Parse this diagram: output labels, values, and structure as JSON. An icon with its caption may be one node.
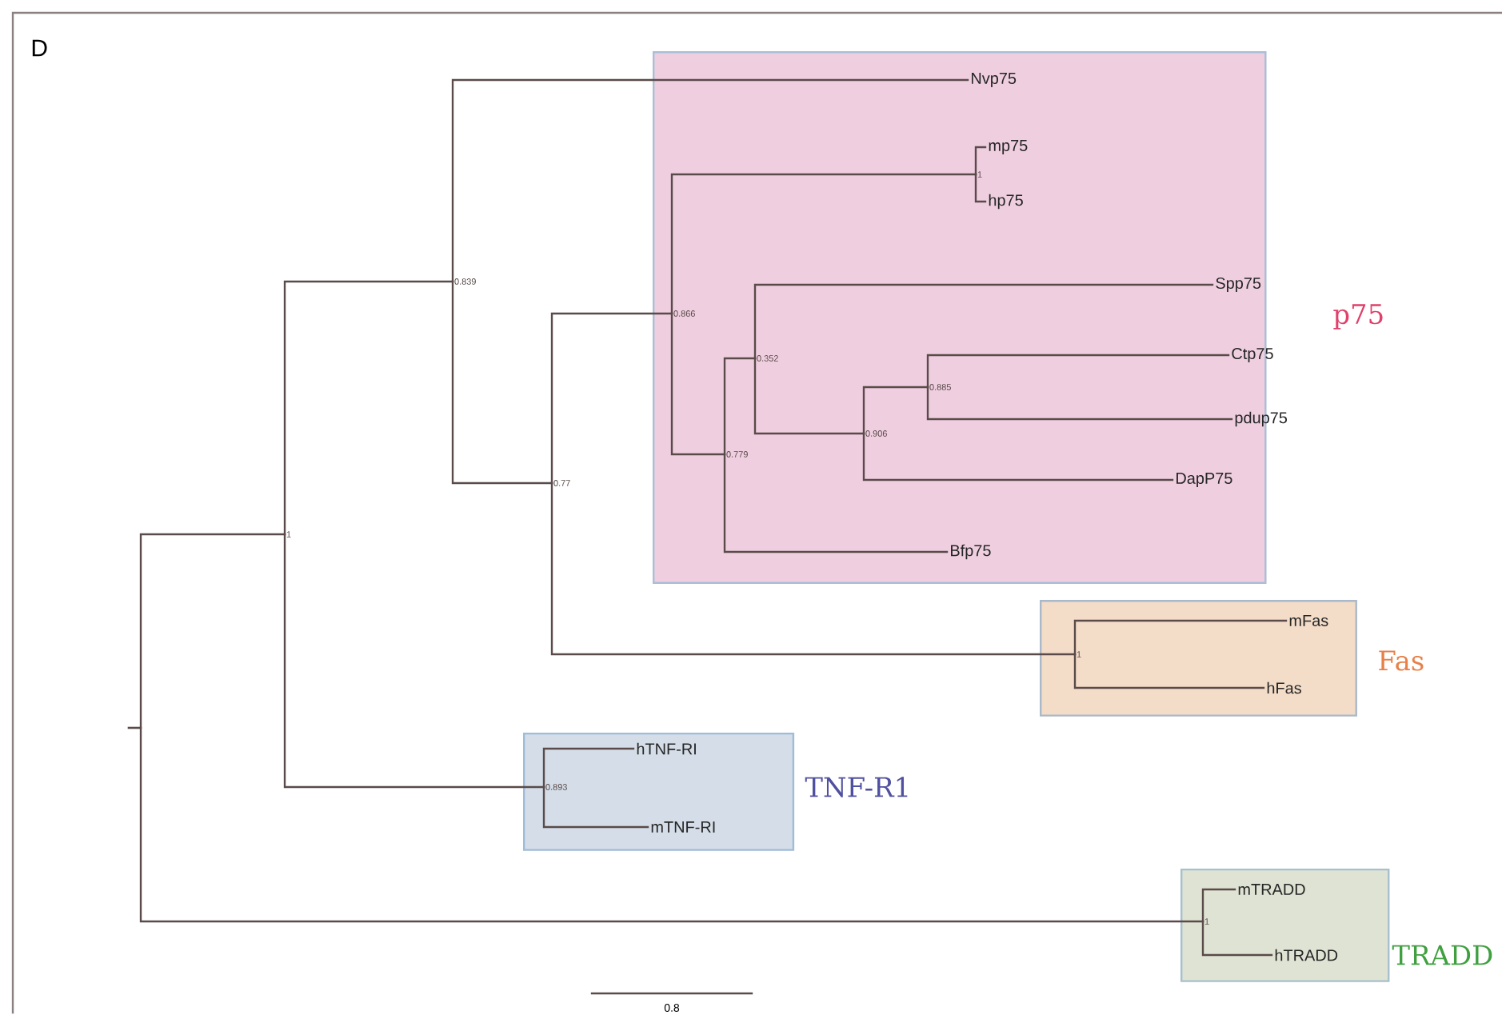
{
  "diagram": {
    "nodes": [
      {
        "text": [
          "p75"
        ]
      },
      {
        "text": [
          "Fas"
        ]
      },
      {
        "text": [
          "TNF-R1"
        ]
      },
      {
        "text": [
          "TRADD"
        ]
      },
      {
        "text": [],
        "shape": "line"
      },
      {
        "text": [
          "1"
        ]
      },
      {
        "text": [
          "0.839"
        ]
      },
      {
        "text": [
          "0.77"
        ]
      },
      {
        "text": [
          "0.866"
        ],
        "in": 0
      },
      {
        "text": [
          "1"
        ],
        "in": 0
      },
      {
        "text": [
          "0.779"
        ],
        "in": 0
      },
      {
        "text": [
          "0.352"
        ],
        "in": 0
      },
      {
        "text": [
          "0.906"
        ],
        "in": 0
      },
      {
        "text": [
          "0.885"
        ],
        "in": 0
      },
      {
        "text": [
          "1"
        ],
        "in": 1
      },
      {
        "text": [
          "0.893"
        ],
        "in": 2
      },
      {
        "text": [
          "1"
        ],
        "in": 3
      },
      {
        "text": [
          "Nvp75"
        ],
        "in": 0
      },
      {
        "text": [
          "mp75"
        ],
        "in": 0
      },
      {
        "text": [
          "hp75"
        ],
        "in": 0
      },
      {
        "text": [
          "Spp75"
        ],
        "in": 0
      },
      {
        "text": [
          "Ctp75"
        ],
        "in": 0
      },
      {
        "text": [
          "pdup75"
        ],
        "in": 0
      },
      {
        "text": [
          "DapP75"
        ],
        "in": 0
      },
      {
        "text": [
          "Bfp75"
        ],
        "in": 0
      },
      {
        "text": [
          "mFas"
        ],
        "in": 1
      },
      {
        "text": [
          "hFas"
        ],
        "in": 1
      },
      {
        "text": [
          "hTNF-RI"
        ],
        "in": 2
      },
      {
        "text": [
          "mTNF-RI"
        ],
        "in": 2
      },
      {
        "text": [
          "mTRADD"
        ],
        "in": 3
      },
      {
        "text": [
          "hTRADD"
        ],
        "in": 3
      }
    ],
    "edges": [
      {
        "from": 4,
        "to": 5,
        "arrow": "none"
      },
      {
        "from": 4,
        "to": 16,
        "arrow": "none"
      },
      {
        "from": 5,
        "to": 6,
        "arrow": "none"
      },
      {
        "from": 5,
        "to": 15,
        "arrow": "none"
      },
      {
        "from": 6,
        "to": 17,
        "arrow": "none"
      },
      {
        "from": 6,
        "to": 7,
        "arrow": "none"
      },
      {
        "from": 7,
        "to": 8,
        "arrow": "none"
      },
      {
        "from": 7,
        "to": 14,
        "arrow": "none"
      },
      {
        "from": 8,
        "to": 9,
        "arrow": "none"
      },
      {
        "from": 8,
        "to": 10,
        "arrow": "none"
      },
      {
        "from": 9,
        "to": 18,
        "arrow": "none"
      },
      {
        "from": 9,
        "to": 19,
        "arrow": "none"
      },
      {
        "from": 10,
        "to": 11,
        "arrow": "none"
      },
      {
        "from": 10,
        "to": 24,
        "arrow": "none"
      },
      {
        "from": 11,
        "to": 20,
        "arrow": "none"
      },
      {
        "from": 11,
        "to": 12,
        "arrow": "none"
      },
      {
        "from": 12,
        "to": 13,
        "arrow": "none"
      },
      {
        "from": 12,
        "to": 23,
        "arrow": "none"
      },
      {
        "from": 13,
        "to": 21,
        "arrow": "none"
      },
      {
        "from": 13,
        "to": 22,
        "arrow": "none"
      },
      {
        "from": 14,
        "to": 25,
        "arrow": "none"
      },
      {
        "from": 14,
        "to": 26,
        "arrow": "none"
      },
      {
        "from": 15,
        "to": 27,
        "arrow": "none"
      },
      {
        "from": 15,
        "to": 28,
        "arrow": "none"
      },
      {
        "from": 16,
        "to": 29,
        "arrow": "none"
      },
      {
        "from": 16,
        "to": 30,
        "arrow": "none"
      }
    ],
    "labels": [
      "D",
      "0.8"
    ]
  }
}
